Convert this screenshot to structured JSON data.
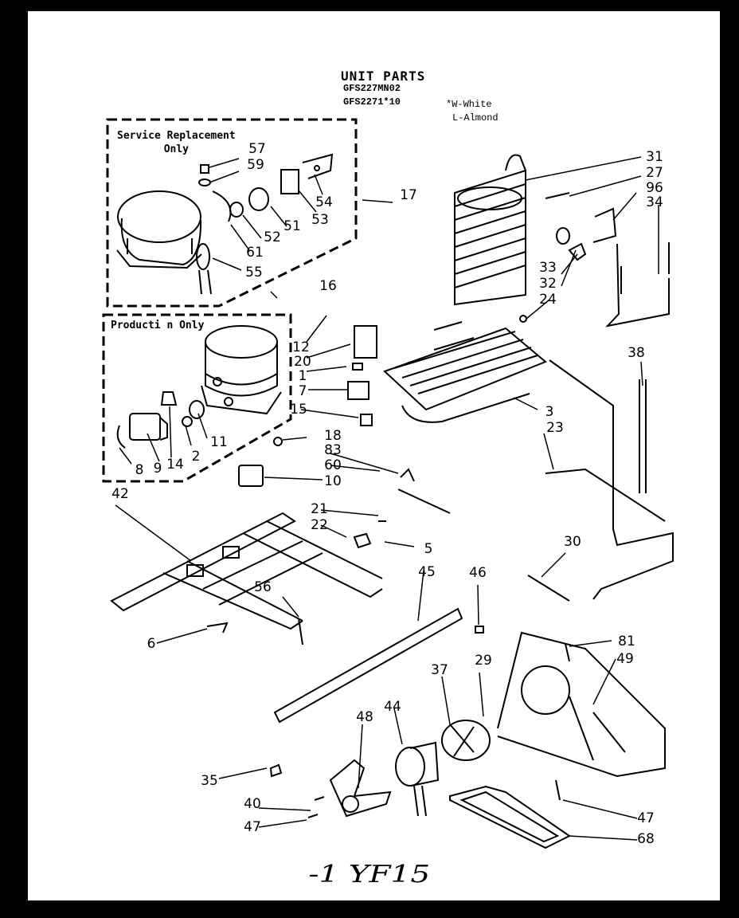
{
  "title": "UNIT PARTS",
  "models": [
    "GFS227MN02",
    "GFS2271*10"
  ],
  "color_codes": [
    "*W-White",
    "L-Almond"
  ],
  "boxes": {
    "service_replacement": "Service Replacement\nOnly",
    "production": "Producti n Only"
  },
  "callouts": [
    "57",
    "59",
    "54",
    "53",
    "17",
    "51",
    "52",
    "61",
    "55",
    "16",
    "12",
    "20",
    "1",
    "7",
    "15",
    "18",
    "83",
    "60",
    "10",
    "8",
    "9",
    "14",
    "2",
    "11",
    "31",
    "27",
    "96",
    "34",
    "33",
    "32",
    "24",
    "38",
    "3",
    "23",
    "30",
    "42",
    "21",
    "22",
    "5",
    "45",
    "46",
    "56",
    "6",
    "81",
    "49",
    "37",
    "29",
    "44",
    "48",
    "35",
    "40",
    "47",
    "47",
    "68"
  ],
  "handwriting": "-1  YF15"
}
